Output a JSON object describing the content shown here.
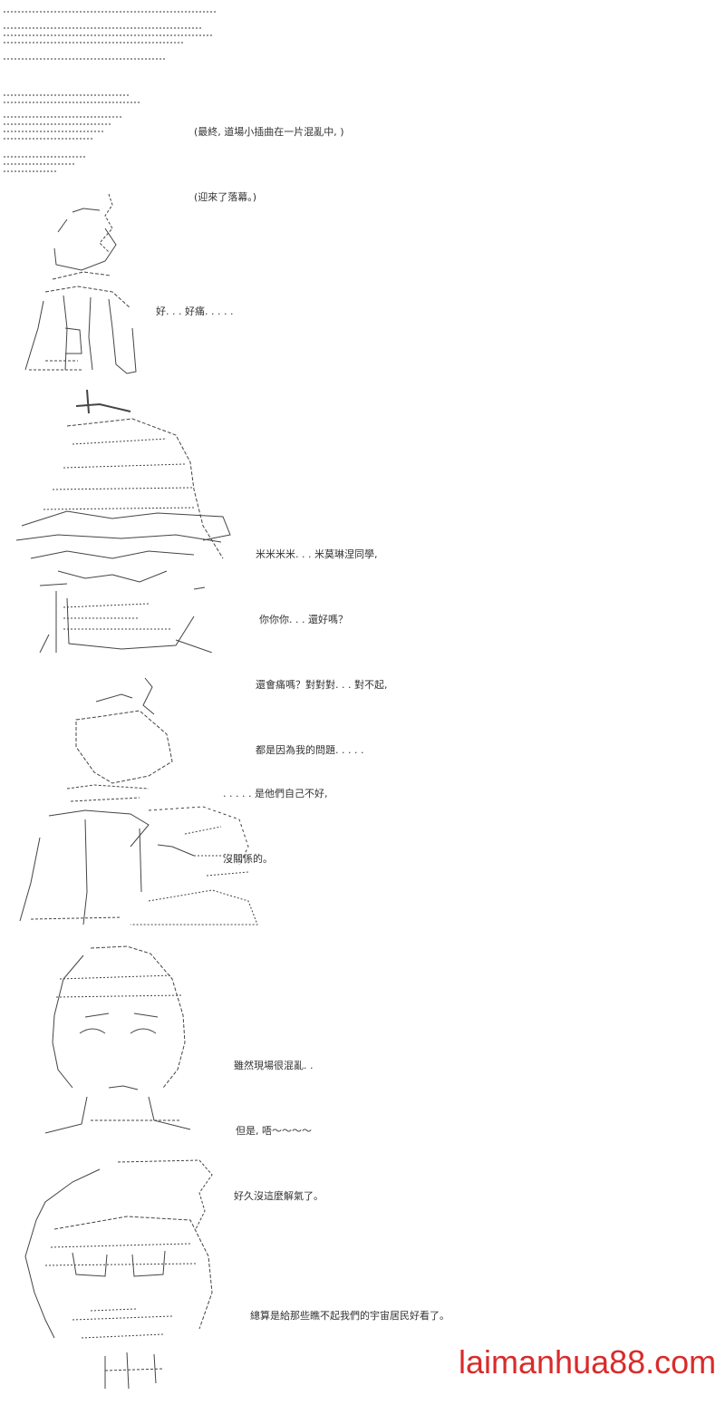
{
  "intro": {
    "lines": [
      "(最終, 道場小插曲在一片混亂中, )",
      "(迎來了落幕。)"
    ]
  },
  "panels": [
    {
      "id": "p1",
      "lines": [
        "好. . . 好痛. . . . ."
      ]
    },
    {
      "id": "p2",
      "lines": [
        "米米米米. . . 米莫琳涅同學,",
        "你你你. . . 還好嗎？",
        "還會痛嗎？對對對. . . 對不起,",
        "都是因為我的問題. . . . ."
      ]
    },
    {
      "id": "p3",
      "lines": [
        ". . . . . 是他們自己不好,",
        "沒關係的。"
      ]
    },
    {
      "id": "p4",
      "lines": [
        "雖然現場很混亂. .",
        "但是, 唔～～～～",
        "好久沒這麼解氣了。"
      ]
    },
    {
      "id": "p5",
      "lines": [
        "總算是給那些瞧不起我們的宇宙居民好看了。"
      ]
    }
  ],
  "watermark": "laimanhua88.com"
}
